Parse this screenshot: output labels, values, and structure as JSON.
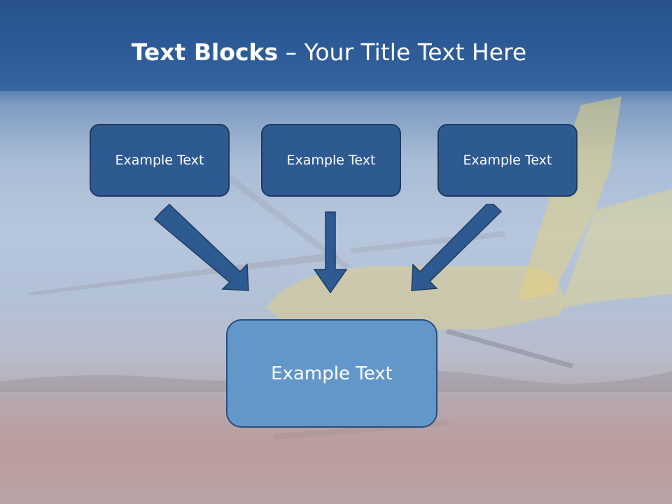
{
  "title": {
    "bold": "Text Blocks",
    "rest": " – Your Title Text Here"
  },
  "blocks": {
    "top_left": "Example Text",
    "top_center": "Example Text",
    "top_right": "Example Text",
    "bottom": "Example Text"
  },
  "colors": {
    "title_bar": "#2f5e9b",
    "top_box_fill": "#2e5a92",
    "bottom_box_fill": "#6497c9",
    "arrow_fill": "#2e5a92"
  }
}
